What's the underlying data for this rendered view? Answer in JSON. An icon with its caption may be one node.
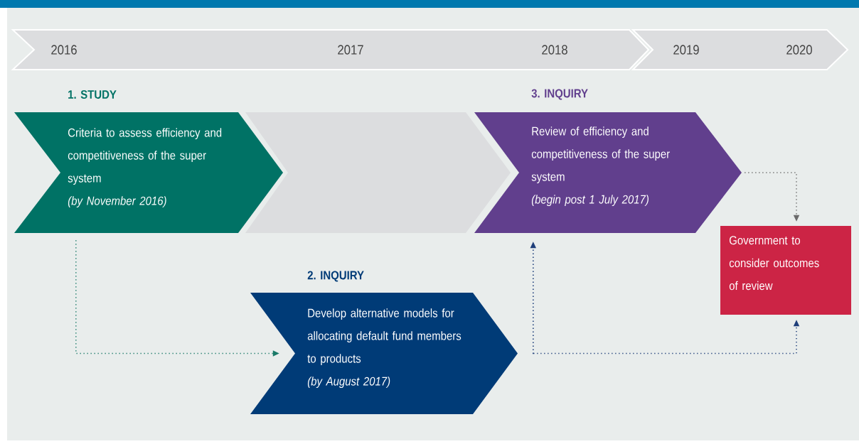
{
  "diagram": {
    "nodes": [
      {
        "text": [
          "2016",
          "2017",
          "2018"
        ]
      },
      {
        "text": [
          "2019",
          "2020"
        ]
      },
      {
        "text": [
          "1. STUDY",
          "Criteria to assess efficiency and competitiveness of the super system",
          "(by November 2016)"
        ]
      },
      {
        "text": [],
        "shape": "chevron"
      },
      {
        "text": [
          "3. INQUIRY",
          "Review of efficiency and competitiveness of the super system",
          "(begin post 1 July 2017)"
        ]
      },
      {
        "text": [
          "2. INQUIRY",
          "Develop alternative models for allocating default fund members to products",
          "(by August 2017)"
        ]
      },
      {
        "text": [
          "Government to consider outcomes of review"
        ]
      }
    ],
    "edges": [
      {
        "from": 2,
        "to": 5,
        "arrow": "to",
        "color": "#1a7a68"
      },
      {
        "from": 5,
        "to": 4,
        "arrow": "to"
      },
      {
        "from": 5,
        "to": 6,
        "arrow": "to"
      },
      {
        "from": 4,
        "to": 6,
        "arrow": "to",
        "color": "#6b6b6b"
      }
    ]
  }
}
